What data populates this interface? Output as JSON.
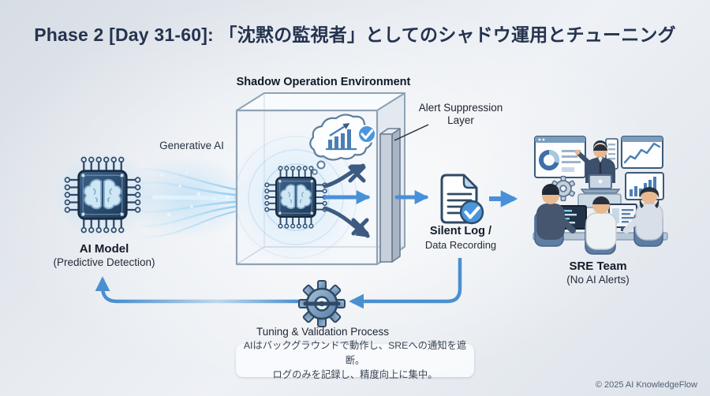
{
  "header": {
    "title": "Phase 2 [Day 31-60]: 「沈黙の監視者」としてのシャドウ運用とチューニング"
  },
  "canvas": {
    "shadow_env_label": "Shadow Operation Environment",
    "generative_ai_label": "Generative AI",
    "alert_suppression": {
      "line1": "Alert Suppression",
      "line2": "Layer"
    },
    "ai_model": {
      "title": "AI Model",
      "subtitle": "(Predictive Detection)"
    },
    "silent_log": {
      "title": "Silent Log /",
      "subtitle": "Data Recording"
    },
    "sre_team": {
      "title": "SRE Team",
      "subtitle": "(No AI Alerts)"
    },
    "tuning_label": "Tuning & Validation Process",
    "note": {
      "line1": "AIはバックグラウンドで動作し、SREへの通知を遮断。",
      "line2": "ログのみを記録し、精度向上に集中。"
    }
  },
  "footer": {
    "copyright": "© 2025 AI KnowledgeFlow"
  },
  "icons": {
    "names": [
      "ai-chip-icon",
      "shadow-chip-icon",
      "thought-bubble-icon",
      "bubble-bar-chart-icon",
      "check-icon",
      "alert-suppression-slab",
      "block-x-icon",
      "document-icon",
      "gear-icon",
      "small-gear-icon",
      "donut-chart-icon",
      "line-chart-icon",
      "bar-chart-icon",
      "presenter-figure",
      "team-member-figure",
      "monitor-icon",
      "data-stream-graphic",
      "feedback-loop-arrow"
    ]
  },
  "colors": {
    "title_navy": "#25334f",
    "accent_blue": "#4a90d9",
    "steel_blue": "#3d5a80",
    "chip_body": "#2c4a6e",
    "cube_edge": "#8fa3b5",
    "note_bg": "#f9fbfd",
    "background": "#e7ebf0"
  }
}
